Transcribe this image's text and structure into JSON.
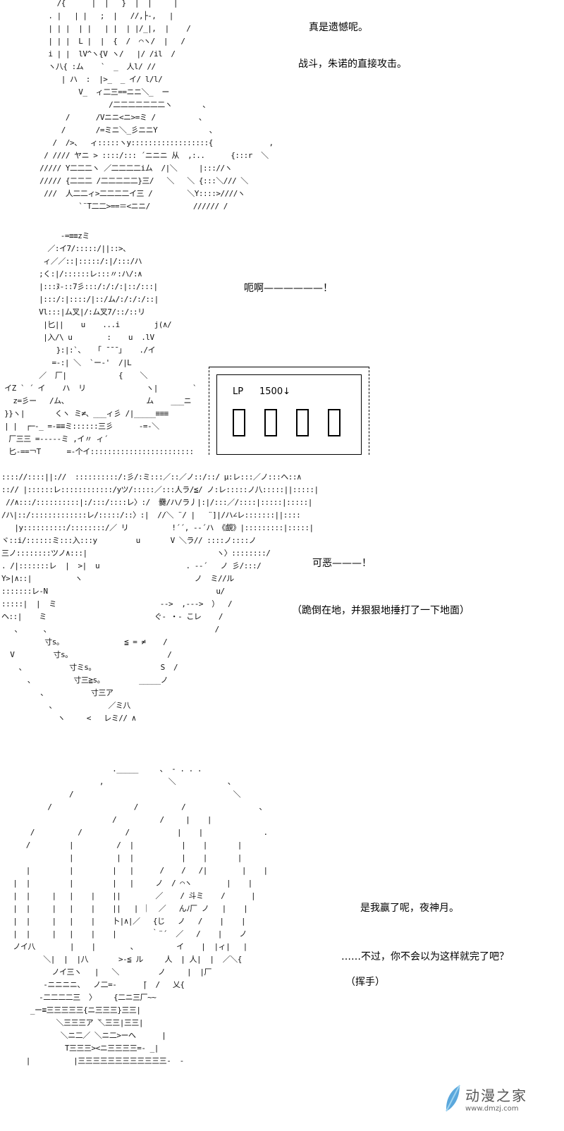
{
  "panels": [
    {
      "dialogue": [
        "真是遗憾呢。",
        "战斗，朱诺的直接攻击。"
      ],
      "art": [
        "     /{      |  |   }  |  |     |",
        "   . |   | |   ;  |   //,├-,   |",
        "   | | |  | |   | |  | |/_|,  |    /",
        "   | | |  L |  |  {  /  ⌒ヽ/  |   /",
        "   i | |  lV^ヽ{V ヽ/   |/ /il  /",
        "   ヽ八{ :ム    `  _  人l/ //",
        "      | ハ  :  |>_  _ イ/ l/l/",
        "          V_  ィ二三==ニニ＼_  ー",
        "                 /二二二二二二二ヽ       、",
        "       /      /Vニニ<ニ>=ミ /          、",
        "      /       /=ミニ＼_彡ニニY            、",
        "    /  />、  ィ:::::ヽy::::::::::::::::::{             ,",
        "  / //// ヤニ > ::::/::: ´ニニニ 从  ,:..      {:::r  ＼",
        " ///// Y二二二ヽ ／二二二二iム  /|＼     |::://ヽ",
        " ///// {二二二 /二二二二二}三/   ＼   ＼ {:::＼/// ＼",
        "  ///  人二二ィ>二二二二イ三 /        ＼Y::::>////ヽ",
        "          `¨T二二>==＝<ニニ/          ////// /"
      ]
    },
    {
      "dialogue": [
        "呃啊——————！"
      ],
      "lp": {
        "label": "LP",
        "value": "1500↓",
        "digits": 4
      },
      "art": [
        "              -=≡≡zミ",
        "           ／:イ7/:::::/||::>、",
        "          ィ／／::|:::::/:|/:::/ハ",
        "         ;く:|/::::::レ:::〃:ハ/:∧",
        "         |:::ﾇ-::7彡:::/:/:/:|::/:::|",
        "         |:::/:|::::/|::/ム/:/:/:/::|",
        "         Vl:::|ム叉|/:ム叉7/::/::リ",
        "          |匕||    u    ...i        j(∧/",
        "          |入/\\ u        :    u  .lV",
        "             }:|:`、  「 ̄ ̄ ̄ ｣    ./イ",
        "            =-:| ＼  `ー‐'  /|L",
        "         ／  厂|            {    ＼",
        " イZ ` ´ イ    ハ  リ              ヽ|        `",
        "   z=彡ー   /ム、                  ム    ___ニ",
        " }}ヽ|       くヽ ミ≠、___ィ彡 /|_____≡≡≡",
        " | |  ┌─-_ =-≡≡ミ::::::三彡      -=‐＼",
        "  厂三三 =-----ミ ,イ〃 ィ´",
        "  匕-==￢T      =-个イ::::::::::::::::::::::::"
      ]
    },
    {
      "dialogue": [
        "可恶———！",
        "（跪倒在地，并狠狠地捶打了一下地面）"
      ],
      "art": [
        ":::://::::||://  ::::::::::/:彡/:ミ:::／::／ノ::/::/ μ:レ:::／ノ:::ヘ::∧",
        "::// |::::::レ::::::::::::/yツ/:::::／:::人ラ/≦/ ノ:レ:::::ノ八:::::||:::::|",
        " //∧:::/::::::::::|:/:::/::::レ〉:/  爨/ハ/ラ丿|:|/:::／/::::|:::::|:::::|",
        "/ハ|::/:::::::::::::レ/:::::/::〉:|  //＼ ¨/ |   ¨]|/ハ∠レ:::::::||::::",
        "   |y::::::::::/::::::::/／ リ          !´´, -‐´ハ 《覰》|:::::::::|:::::|",
        "ヾ::i/::::::ミ:::入:::y         u       V ＼ラ// ::::ノ::::ノ",
        "三ノ::::::::ツノ∧:::|                              ヽ〉::::::::/",
        ". /|:::::::レ  |  >|  u                    . -‐´   ノ 彡/:::/",
        "Y>|∧::|          ヽ                          ノ  ミ//ル",
        ":::::::レ-N                                       u/",
        ":::::|  |  ミ                        -‐>  ,‐‐‐>  ）  /",
        "ヘ::|    ミ                         ぐ- ・- こレ    /",
        "   、     、                                      /",
        "          寸s。              ≦ = ≠    /",
        "  V         寸s。                      /",
        "    、          寸ミs。               S  /",
        "      、         寸三≧s。        _____ノ",
        "         、          寸三ア",
        "           、            ／ミ八",
        "             ヽ     <   レミ// ∧"
      ]
    },
    {
      "dialogue": [
        "是我赢了呢，夜神月。",
        "……不过，你不会以为这样就完了吧？",
        "（挥手）"
      ],
      "art": [
        "                          ._____     、 ‐ . . .",
        "                       ,               ＼            、",
        "                /                                     ＼",
        "           /                   /          /                 、",
        "                          /          /     |    |",
        "       /          /          /           |    |              .",
        "      /         |          /  |           |    |       |",
        "                |          |  |           |    |       |",
        "      |         |         |   |      /    /   /|        |    |",
        "   |  |         |         |   |     ノ  / ⌒ヽ        |    |",
        "   |  |     |   |    |    ||        ／    / 斗ミ    /      |",
        "   |  |     |   |    |    ||   | ｜  ／   んﾉ厂 ノ   |    |",
        "   |  |     |   |    |    卜|∧|／   {じ   ノ   /    |    |",
        "   |  |     |   |    |    |        ｀¨´  ／   /    |    ノ",
        "   ノイ八        |    |        、         イ    |  |ィ|   |",
        "          ＼|  |  |八       >‐≦ ル     人  | 人|  |  ／＼{",
        "            ノイ三ヽ   |   ＼         ノ     |  |厂",
        "          -ニニニニ、  ノ二=-      ̄|  /   乂{",
        "         -二二二二三  〉    {二ニ三厂~~",
        "       _ー≡三三三三三{ニ三三三}三三|",
        "             ＼三三三ア ̄＼三三|三三|",
        "              ＼ニ二／ ＼ニ二>ーへ      |",
        "               T三三三><ニ三三三三=- _|",
        "      |          |三三三三三三三三三三三三-  -"
      ]
    }
  ],
  "watermark": {
    "name": "动漫之家",
    "url": "www.dmzj.com",
    "color": "#5aa7dc"
  }
}
